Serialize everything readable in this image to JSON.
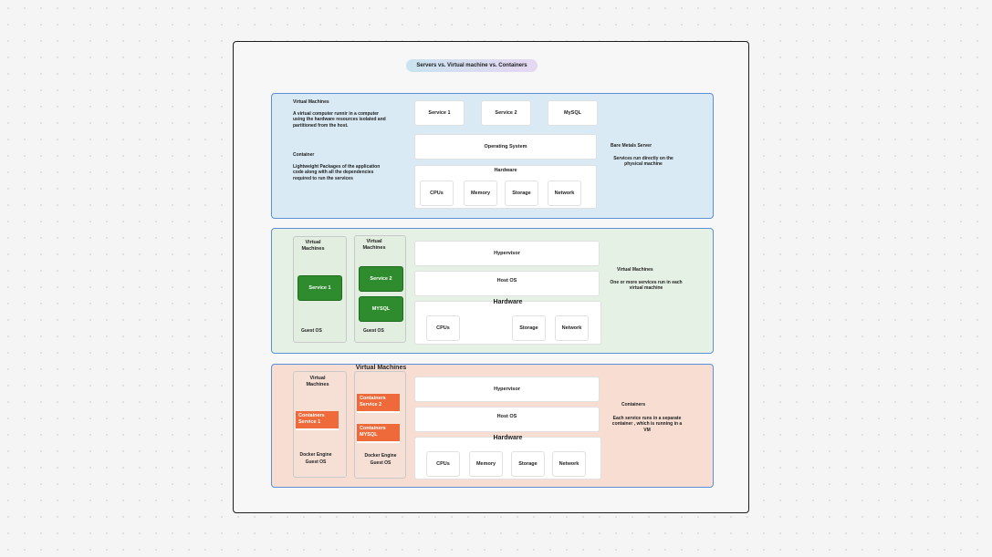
{
  "title": "Servers vs. Virtual machine vs. Containers",
  "colors": {
    "section1": "#d9eaf4",
    "section2": "#e6f1e6",
    "section3": "#f7ddd2",
    "green_service": "#2e8b2e",
    "orange_service": "#ef6a3a",
    "border": "#5b8fd6"
  },
  "bare_metal": {
    "vm_def_title": "Virtual Machines",
    "vm_def_text": "A virtual computer runnir in a computer using the hardware resources isolated and partitioned from the host.",
    "container_def_title": "Container",
    "container_def_text": "Lightweight Packages of the application code along with all the dependencies required to run the services",
    "services": [
      "Service 1",
      "Service 2",
      "MySQL"
    ],
    "os": "Operating System",
    "hardware": "Hardware",
    "hw_items": [
      "CPUs",
      "Memory",
      "Storage",
      "Network"
    ],
    "side_title": "Bare Metals Server",
    "side_text": "Services run directly on the physical machine"
  },
  "vms": {
    "col1_title": "Virtual Machines",
    "col1_service": "Service 1",
    "col1_os": "Guest OS",
    "col2_title": "Virtual Machines",
    "col2_service1": "Service 2",
    "col2_service2": "MYSQL",
    "col2_os": "Guest OS",
    "hypervisor": "Hypervisor",
    "host_os": "Host OS",
    "hardware": "Hardware",
    "hw_items": [
      "CPUs",
      "Storage",
      "Network"
    ],
    "side_title": "Virtual Machines",
    "side_text": "One or more services run in each virtual machine"
  },
  "containers": {
    "col1_title": "Virtual Machines",
    "col1_service": "Containers Service 1",
    "col1_os": "Docker Engine Guest OS",
    "col2_title": "Virtual Machines",
    "col2_service1": "Containers Service 2",
    "col2_service2": "Containers MYSQL",
    "col2_os": "Docker Engine Guest OS",
    "hypervisor": "Hypervisor",
    "host_os": "Host OS",
    "hardware": "Hardware",
    "hw_items": [
      "CPUs",
      "Memory",
      "Storage",
      "Network"
    ],
    "side_title": "Containers",
    "side_text": "Each service runs in a separate container , which is running in a VM"
  }
}
